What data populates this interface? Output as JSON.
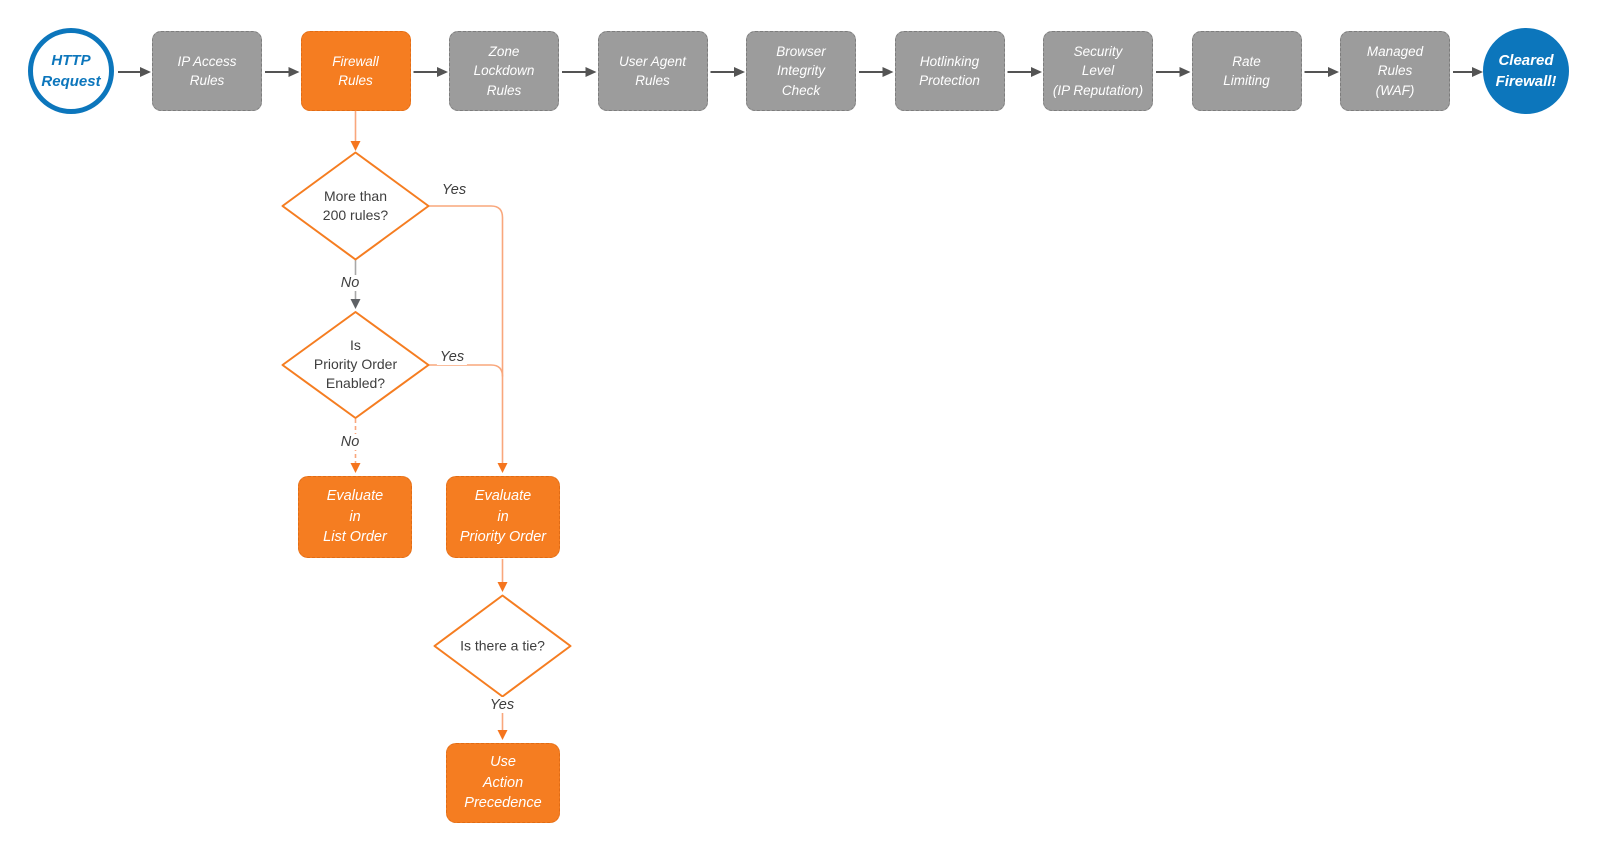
{
  "theme": {
    "accent_orange": "#F57D21",
    "marker_orange": "#F5751E",
    "connector_salmon": "#F9A77C",
    "node_gray": "#9C9C9C",
    "brand_blue": "#0C76BC",
    "arrow_dark": "#545454",
    "gray_line": "#A8A8A8",
    "gray_head": "#5E6165",
    "text_dark": "#3E3E3E",
    "node_text": "#FFFFFF",
    "canvas": "#FFFFFF"
  },
  "pipeline": {
    "start_label": "HTTP\nRequest",
    "steps": [
      {
        "label": "IP Access\nRules",
        "state": "default"
      },
      {
        "label": "Firewall\nRules",
        "state": "highlighted"
      },
      {
        "label": "Zone\nLockdown\nRules",
        "state": "default"
      },
      {
        "label": "User Agent\nRules",
        "state": "default"
      },
      {
        "label": "Browser\nIntegrity\nCheck",
        "state": "default"
      },
      {
        "label": "Hotlinking\nProtection",
        "state": "default"
      },
      {
        "label": "Security\nLevel\n(IP Reputation)",
        "state": "default"
      },
      {
        "label": "Rate\nLimiting",
        "state": "default"
      },
      {
        "label": "Managed\nRules\n(WAF)",
        "state": "default"
      }
    ],
    "end_label": "Cleared\nFirewall!"
  },
  "firewall_rules_branch": {
    "decision_rule_count": {
      "label": "More than\n200 rules?",
      "yes": "Yes",
      "no": "No"
    },
    "decision_priority_enabled": {
      "label": "Is\nPriority Order\nEnabled?",
      "yes": "Yes",
      "no": "No"
    },
    "evaluate_list_order": "Evaluate\nin\nList Order",
    "evaluate_priority_order": "Evaluate\nin\nPriority Order",
    "decision_tie": {
      "label": "Is there a tie?",
      "yes": "Yes"
    },
    "use_action_precedence": "Use\nAction\nPrecedence"
  }
}
